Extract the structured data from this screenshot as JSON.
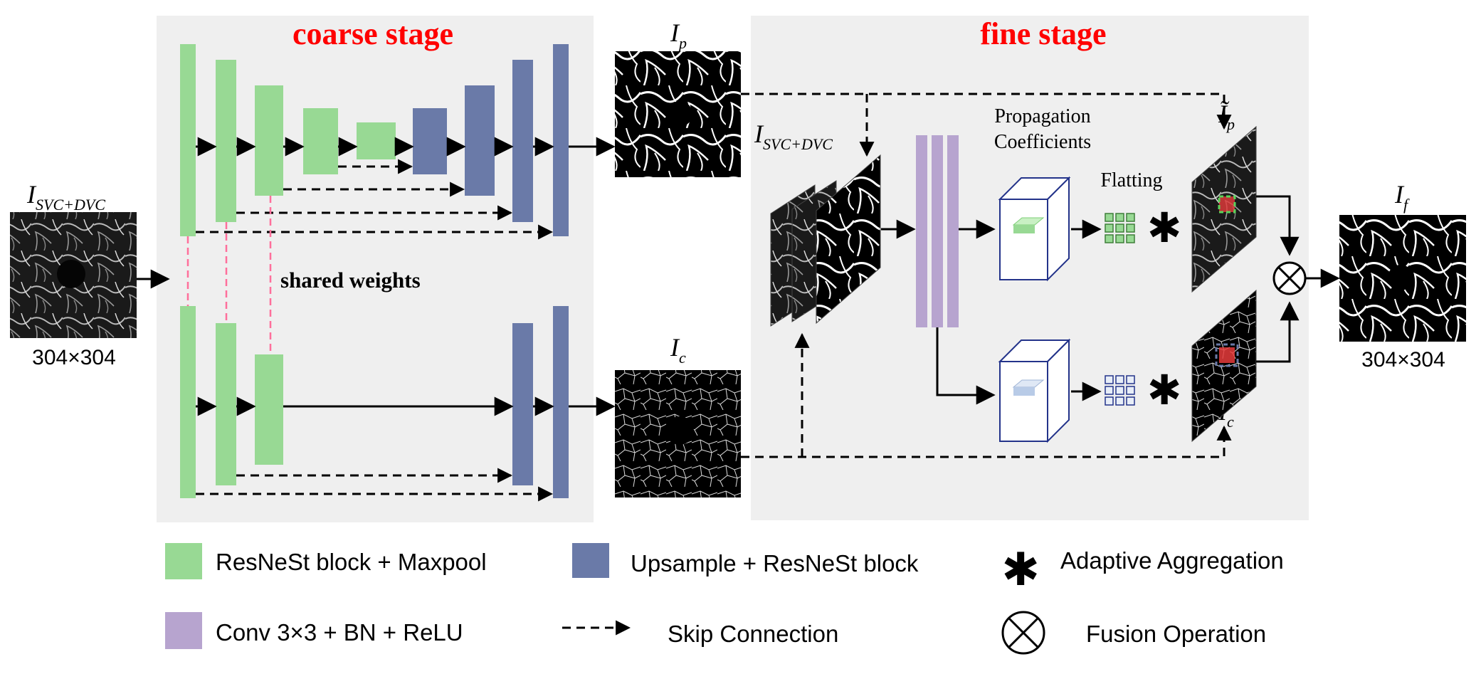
{
  "colors": {
    "encoder": "#98d994",
    "decoder": "#6a7aa8",
    "conv": "#b7a4cf",
    "panel": "#efefef",
    "stage_title": "#ff0000",
    "shared": "#ff6f9b"
  },
  "input": {
    "label_main": "I",
    "label_sub": "SVC+DVC",
    "size": "304×304"
  },
  "coarse": {
    "title": "coarse stage",
    "shared_weights": "shared weights",
    "out_p_main": "I",
    "out_p_sub": "p",
    "out_c_main": "I",
    "out_c_sub": "c"
  },
  "fine": {
    "title": "fine stage",
    "stack_main": "I",
    "stack_sub": "SVC+DVC",
    "propagation_line1": "Propagation",
    "propagation_line2": "Coefficients",
    "flatting": "Flatting",
    "ref_p_main": "Ĩ",
    "ref_p_sub": "p",
    "ref_c_main": "Ĩ",
    "ref_c_sub": "c"
  },
  "output": {
    "label_main": "I",
    "label_sub": "f",
    "size": "304×304"
  },
  "legend": {
    "encoder": "ResNeSt block + Maxpool",
    "decoder": "Upsample + ResNeSt block",
    "aggregation": "Adaptive Aggregation",
    "conv": "Conv 3×3 + BN + ReLU",
    "skip": "Skip Connection",
    "fusion": "Fusion Operation",
    "aggregation_symbol": "✱",
    "fusion_symbol": "⊗"
  }
}
